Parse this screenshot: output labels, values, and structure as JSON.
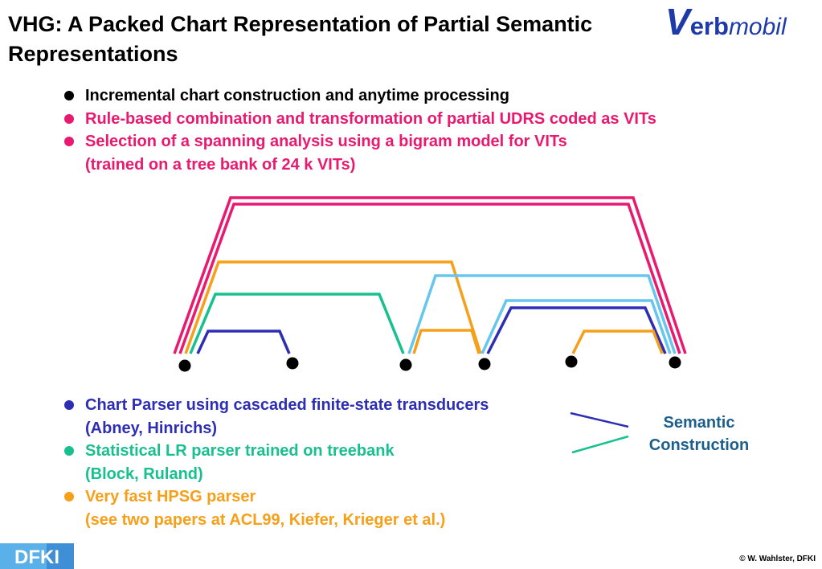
{
  "title": "VHG: A Packed Chart Representation of Partial Semantic Representations",
  "logo": {
    "v": "V",
    "erb": "erb",
    "mob": "mob",
    "il": "il"
  },
  "top_bullets": [
    {
      "lines": [
        "Incremental chart construction and anytime processing"
      ],
      "color": "#000000",
      "dot": "#000000"
    },
    {
      "lines": [
        "Rule-based combination and transformation of partial UDRS coded as VITs"
      ],
      "color": "#e8196f",
      "dot": "#e8196f"
    },
    {
      "lines": [
        "Selection of a spanning analysis using a bigram model for VITs",
        "(trained on a tree bank of 24 k VITs)"
      ],
      "color": "#e8196f",
      "dot": "#e8196f"
    }
  ],
  "bottom_bullets": [
    {
      "lines": [
        "Chart Parser using cascaded finite-state transducers",
        "(Abney, Hinrichs)"
      ],
      "color": "#2e2eb5",
      "dot": "#2e2eb5"
    },
    {
      "lines": [
        "Statistical LR parser trained on treebank",
        "(Block, Ruland)"
      ],
      "color": "#18c08f",
      "dot": "#18c08f"
    },
    {
      "lines": [
        "Very fast HPSG parser",
        "(see two papers at ACL99, Kiefer, Krieger et al.)"
      ],
      "color": "#f6a01a",
      "dot": "#f6a01a"
    }
  ],
  "semantic_construction": [
    "Semantic",
    "Construction"
  ],
  "dfki_label": "DFKI",
  "credit": "© W. Wahlster, DFKI",
  "colors": {
    "pink": "#e8196f",
    "orange": "#f6a01a",
    "green": "#18c08f",
    "blue": "#2e2eb5",
    "lightblue": "#66c6ee",
    "semantic": "#1c5f8c",
    "dfki": "#5ab0e8"
  }
}
